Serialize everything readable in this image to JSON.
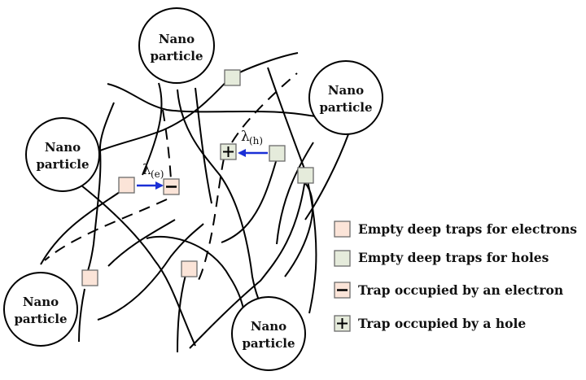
{
  "title": "Nanoparticle trap hopping diagram",
  "nanoparticles": [
    {
      "id": "top",
      "line1": "Nano",
      "line2": "particle"
    },
    {
      "id": "right",
      "line1": "Nano",
      "line2": "particle"
    },
    {
      "id": "left",
      "line1": "Nano",
      "line2": "particle"
    },
    {
      "id": "bottom-left",
      "line1": "Nano",
      "line2": "particle"
    },
    {
      "id": "bottom",
      "line1": "Nano",
      "line2": "particle"
    }
  ],
  "hops": {
    "electron": {
      "symbol": "λ",
      "subscript": "(e)",
      "direction": "right"
    },
    "hole": {
      "symbol": "λ",
      "subscript": "(h)",
      "direction": "left"
    }
  },
  "colors": {
    "electron_trap_fill": "#fbe4d8",
    "hole_trap_fill": "#e5ebdb",
    "trap_border": "#6b6b6b",
    "arrow": "#1a2fd6",
    "chain": "#000000"
  },
  "legend": [
    {
      "type": "empty-electron",
      "marker": "",
      "label": "Empty deep traps for electrons"
    },
    {
      "type": "empty-hole",
      "marker": "",
      "label": "Empty deep traps for holes"
    },
    {
      "type": "occupied-electron",
      "marker": "−",
      "label": "Trap occupied by an electron"
    },
    {
      "type": "occupied-hole",
      "marker": "+",
      "label": "Trap occupied by a hole"
    }
  ]
}
